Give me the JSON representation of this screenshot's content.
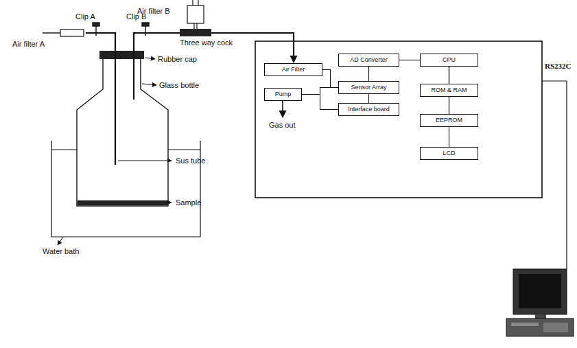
{
  "diagram": {
    "nodes": [
      {
        "text": [
          "Air Filter"
        ]
      },
      {
        "text": [
          "Pump"
        ]
      },
      {
        "text": [
          "AD Converter"
        ]
      },
      {
        "text": [
          "Sensor Array"
        ]
      },
      {
        "text": [
          "Interface  board"
        ]
      },
      {
        "text": [
          "CPU"
        ]
      },
      {
        "text": [
          "ROM & RAM"
        ]
      },
      {
        "text": [
          "EEPROM"
        ]
      },
      {
        "text": [
          "LCD"
        ]
      }
    ],
    "edges": [
      {
        "from": 0,
        "to": 3,
        "arrow": "none"
      },
      {
        "from": 1,
        "to": 3,
        "arrow": "none"
      },
      {
        "from": 1,
        "to": 4,
        "arrow": "none"
      },
      {
        "from": 2,
        "to": 3,
        "arrow": "none"
      },
      {
        "from": 3,
        "to": 4,
        "arrow": "none"
      },
      {
        "from": 2,
        "to": 5,
        "arrow": "none"
      },
      {
        "from": 5,
        "to": 6,
        "arrow": "none"
      },
      {
        "from": 5,
        "to": 7,
        "arrow": "none"
      },
      {
        "from": 5,
        "to": 8,
        "arrow": "none"
      }
    ],
    "labels": [
      "Air filter B",
      "Clip A",
      "Clip B",
      "Air filter A",
      "Rubber cap",
      "Three way cock",
      "Glass bottle",
      "Sus tube",
      "Sample",
      "Water bath",
      "Gas out",
      "RS232C"
    ]
  }
}
